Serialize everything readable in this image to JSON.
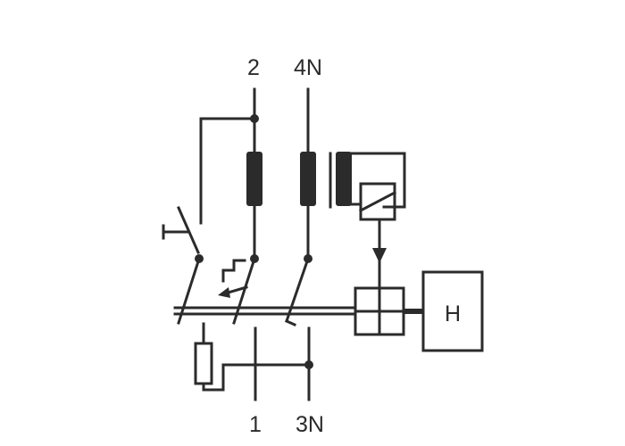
{
  "diagram": {
    "terminals": {
      "top_left": "2",
      "top_right": "4N",
      "bottom_left": "1",
      "bottom_right": "3N"
    },
    "relay_box_label": "H",
    "colors": {
      "line": "#2b2b2b",
      "background": "#ffffff"
    }
  }
}
